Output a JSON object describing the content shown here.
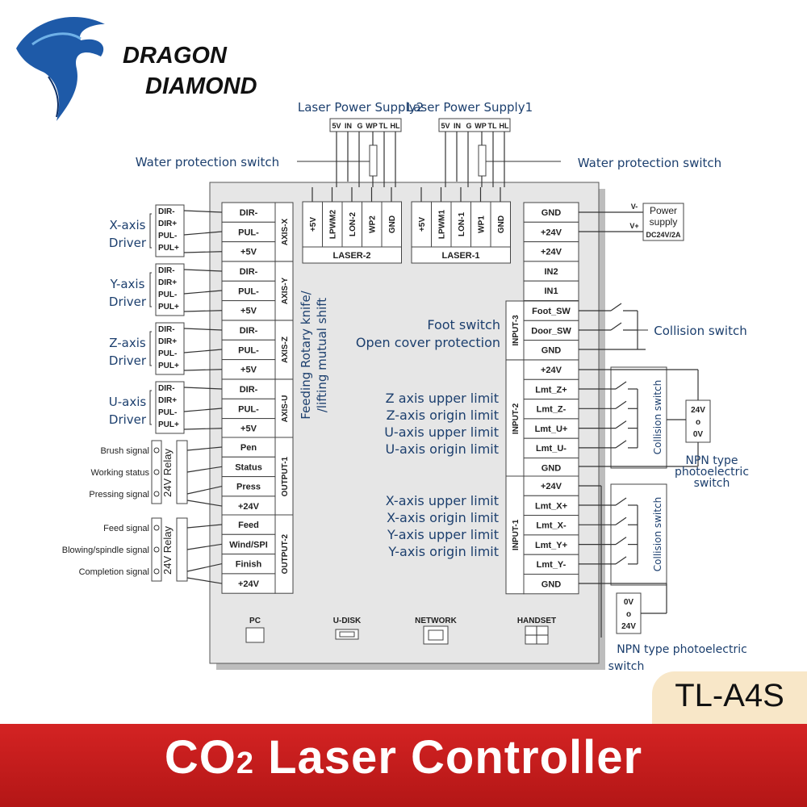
{
  "brand": {
    "line1": "DRAGON",
    "line2": "DIAMOND",
    "logo_icon": "dragon-logo-icon"
  },
  "model": "TL-A4S",
  "banner": {
    "co": "CO",
    "sub": "2",
    "rest": " Laser Controller"
  },
  "colors": {
    "banner": "#c81d1d",
    "model_tab": "#f8e7c8",
    "text_blue": "#1c3f6e"
  },
  "laser_supplies": [
    {
      "title": "Laser Power Supply2",
      "pins": [
        "5V",
        "IN",
        "G",
        "WP",
        "TL",
        "HL"
      ],
      "water": "Water protection switch"
    },
    {
      "title": "Laser Power Supply1",
      "pins": [
        "5V",
        "IN",
        "G",
        "WP",
        "TL",
        "HL"
      ],
      "water": "Water protection switch"
    }
  ],
  "laser_ports": [
    {
      "name": "LASER-2",
      "pins": [
        "+5V",
        "LPWM2",
        "LON-2",
        "WP2",
        "GND"
      ]
    },
    {
      "name": "LASER-1",
      "pins": [
        "+5V",
        "LPWM1",
        "LON-1",
        "WP1",
        "GND"
      ]
    }
  ],
  "axis_groups": [
    {
      "axis": "AXIS-X",
      "driver": [
        "X-axis",
        "Driver"
      ],
      "pins": [
        "DIR-",
        "PUL-",
        "+5V"
      ],
      "driver_pins": [
        "DIR-",
        "DIR+",
        "PUL-",
        "PUL+"
      ]
    },
    {
      "axis": "AXIS-Y",
      "driver": [
        "Y-axis",
        "Driver"
      ],
      "pins": [
        "DIR-",
        "PUL-",
        "+5V"
      ],
      "driver_pins": [
        "DIR-",
        "DIR+",
        "PUL-",
        "PUL+"
      ]
    },
    {
      "axis": "AXIS-Z",
      "driver": [
        "Z-axis",
        "Driver"
      ],
      "pins": [
        "DIR-",
        "PUL-",
        "+5V"
      ],
      "driver_pins": [
        "DIR-",
        "DIR+",
        "PUL-",
        "PUL+"
      ]
    },
    {
      "axis": "AXIS-U",
      "driver": [
        "U-axis",
        "Driver"
      ],
      "pins": [
        "DIR-",
        "PUL-",
        "+5V"
      ],
      "driver_pins": [
        "DIR-",
        "DIR+",
        "PUL-",
        "PUL+"
      ]
    }
  ],
  "rotary_note": [
    "Feeding Rotary knife/",
    "/lifting  mutual shift"
  ],
  "outputs": [
    {
      "name": "OUTPUT-1",
      "pins": [
        "Pen",
        "Status",
        "Press",
        "+24V"
      ],
      "signals": [
        "Brush signal",
        "Working status",
        "Pressing signal"
      ],
      "relay": "24V Relay"
    },
    {
      "name": "OUTPUT-2",
      "pins": [
        "Feed",
        "Wind/SPI",
        "Finish",
        "+24V"
      ],
      "signals": [
        "Feed signal",
        "Blowing/spindle signal",
        "Completion signal"
      ],
      "relay": "24V Relay"
    }
  ],
  "power": {
    "pins": [
      "GND",
      "+24V",
      "+24V",
      "IN2",
      "IN1"
    ],
    "minus": "V-",
    "plus": "V+",
    "label1": "Power",
    "label2": "supply",
    "label3": "DC24V/2A"
  },
  "inputs": [
    {
      "name": "INPUT-3",
      "pins": [
        "Foot_SW",
        "Door_SW",
        "GND"
      ]
    },
    {
      "name": "INPUT-2",
      "pins": [
        "+24V",
        "Lmt_Z+",
        "Lmt_Z-",
        "Lmt_U+",
        "Lmt_U-",
        "GND"
      ]
    },
    {
      "name": "INPUT-1",
      "pins": [
        "+24V",
        "Lmt_X+",
        "Lmt_X-",
        "Lmt_Y+",
        "Lmt_Y-",
        "GND"
      ]
    }
  ],
  "notes": {
    "input3": [
      "Foot switch",
      "Open cover protection"
    ],
    "input2": [
      "Z axis upper limit",
      "Z-axis origin limit",
      "U-axis upper limit",
      "U-axis origin limit"
    ],
    "input1": [
      "X-axis upper limit",
      "X-axis origin limit",
      "Y-axis upper limit",
      "Y-axis origin limit"
    ]
  },
  "collision": {
    "main": "Collision switch",
    "vertical": "Collision switch"
  },
  "npn": {
    "upper": [
      "NPN type",
      "photoelectric",
      "switch"
    ],
    "lower": [
      "NPN type photoelectric",
      "switch"
    ],
    "v_upper": [
      "24V",
      "o",
      "0V"
    ],
    "v_lower": [
      "0V",
      "o",
      "24V"
    ]
  },
  "ports": [
    "PC",
    "U-DISK",
    "NETWORK",
    "HANDSET"
  ]
}
